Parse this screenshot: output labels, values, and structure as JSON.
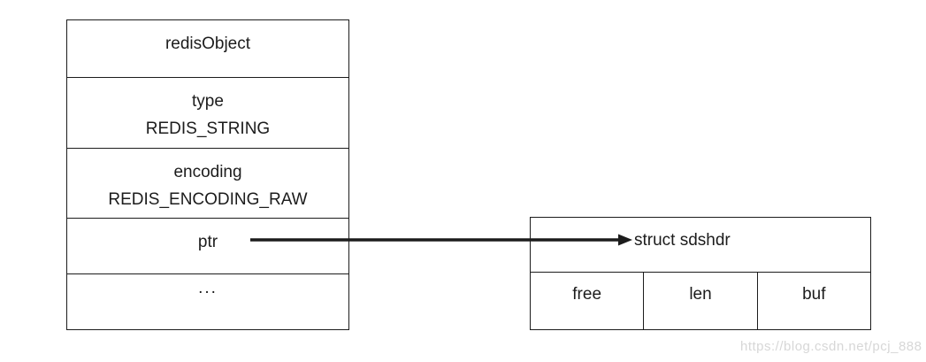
{
  "diagram": {
    "title": "redisObject pointing to struct sdshdr",
    "left_table": {
      "name": "redisObject",
      "rows": [
        {
          "lines": [
            "redisObject"
          ]
        },
        {
          "lines": [
            "type",
            "REDIS_STRING"
          ]
        },
        {
          "lines": [
            "encoding",
            "REDIS_ENCODING_RAW"
          ]
        },
        {
          "lines": [
            "ptr"
          ]
        },
        {
          "lines": [
            "..."
          ]
        }
      ]
    },
    "right_table": {
      "header": "struct sdshdr",
      "cells": [
        "free",
        "len",
        "buf"
      ]
    },
    "arrow": {
      "from": "ptr",
      "to": "struct sdshdr",
      "color": "#1c1c1c"
    },
    "watermark": "https://blog.csdn.net/pcj_888",
    "colors": {
      "background": "#ffffff",
      "line": "#1c1c1c",
      "text": "#1c1c1c",
      "watermark_text": "#d7d7d7"
    }
  }
}
